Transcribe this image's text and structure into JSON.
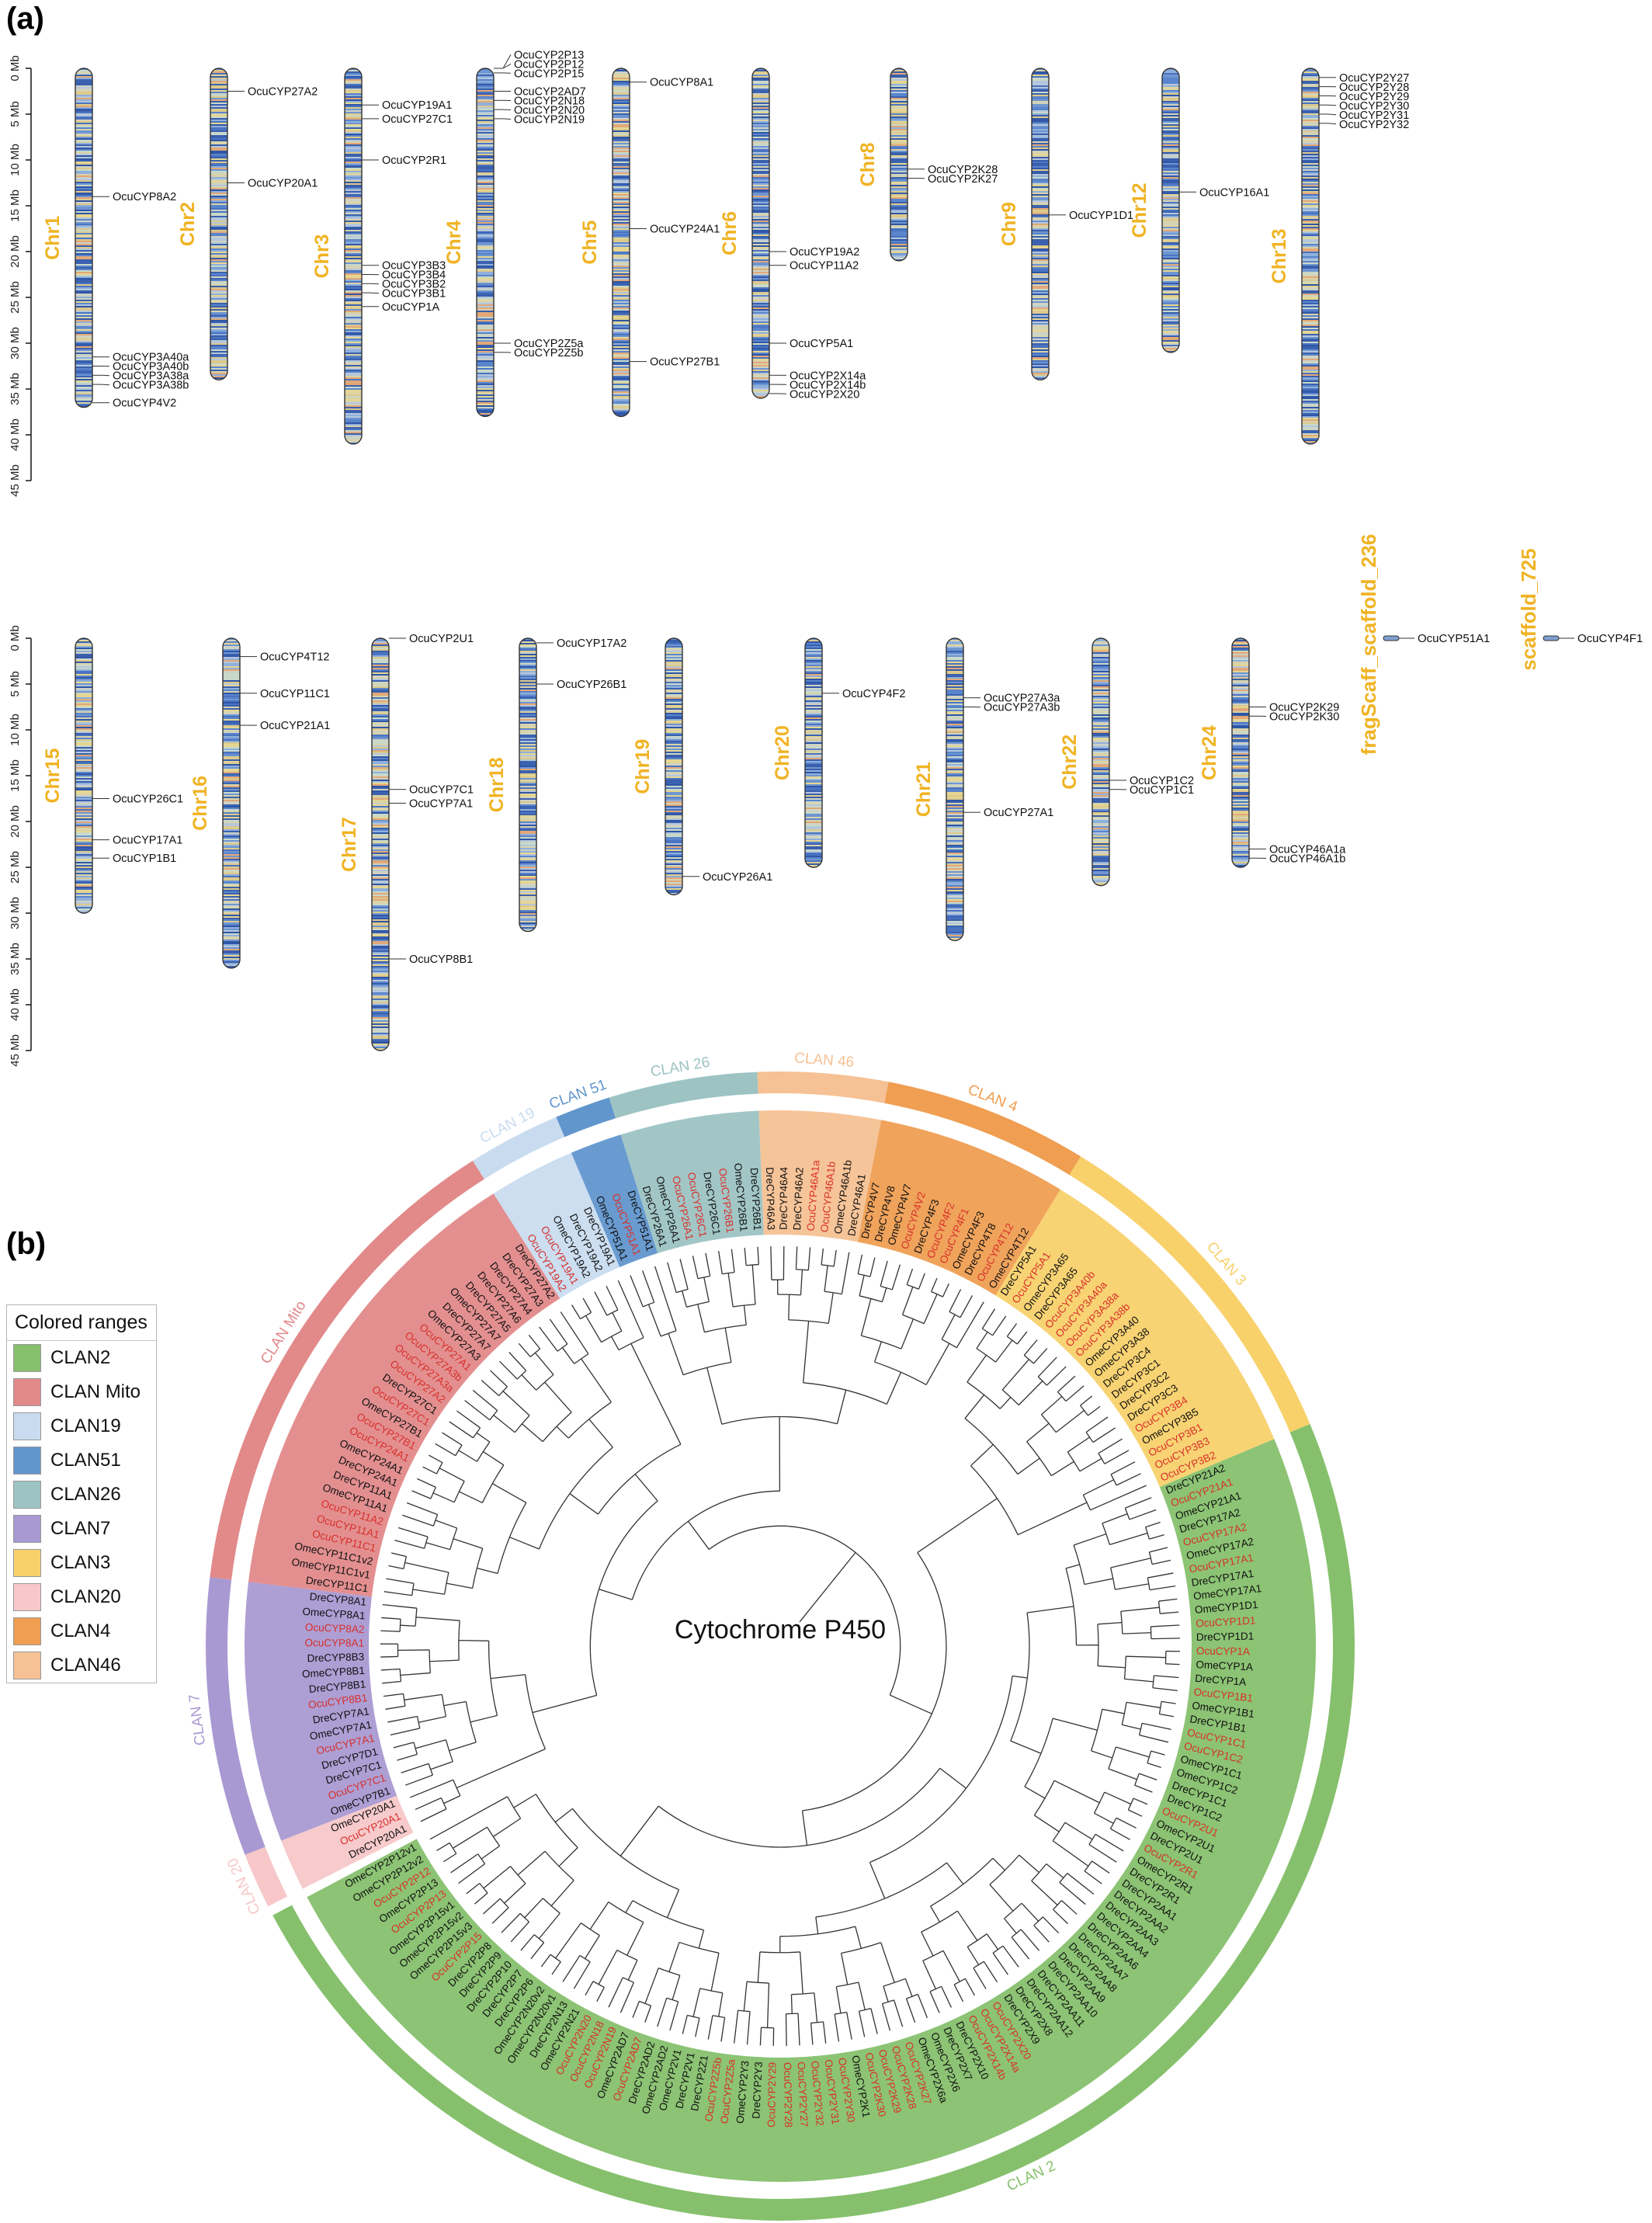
{
  "panel_a": {
    "label": "(a)",
    "mb_unit": "Mb",
    "ticks_top": [
      0,
      5,
      10,
      15,
      20,
      25,
      30,
      35,
      40,
      45
    ],
    "ticks_bottom": [
      0,
      5,
      10,
      15,
      20,
      25,
      30,
      35,
      40,
      45
    ],
    "label_color": "#f0b323",
    "chromosomes_top": [
      {
        "name": "Chr1",
        "length": 37,
        "genes": [
          {
            "name": "OcuCYP8A2",
            "pos": 14
          },
          {
            "name": "OcuCYP3A40a",
            "pos": 31.5
          },
          {
            "name": "OcuCYP3A40b",
            "pos": 32.5
          },
          {
            "name": "OcuCYP3A38a",
            "pos": 33.5
          },
          {
            "name": "OcuCYP3A38b",
            "pos": 34.5
          },
          {
            "name": "OcuCYP4V2",
            "pos": 36.5
          }
        ]
      },
      {
        "name": "Chr2",
        "length": 34,
        "genes": [
          {
            "name": "OcuCYP27A2",
            "pos": 2.5
          },
          {
            "name": "OcuCYP20A1",
            "pos": 12.5
          }
        ]
      },
      {
        "name": "Chr3",
        "length": 41,
        "genes": [
          {
            "name": "OcuCYP19A1",
            "pos": 4
          },
          {
            "name": "OcuCYP27C1",
            "pos": 5.5
          },
          {
            "name": "OcuCYP2R1",
            "pos": 10
          },
          {
            "name": "OcuCYP3B3",
            "pos": 21.5
          },
          {
            "name": "OcuCYP3B4",
            "pos": 22.5
          },
          {
            "name": "OcuCYP3B2",
            "pos": 23.5
          },
          {
            "name": "OcuCYP3B1",
            "pos": 24.5
          },
          {
            "name": "OcuCYP1A",
            "pos": 26
          }
        ]
      },
      {
        "name": "Chr4",
        "length": 38,
        "genes": [
          {
            "name": "OcuCYP2P13",
            "pos": -1.5
          },
          {
            "name": "OcuCYP2P12",
            "pos": -0.5
          },
          {
            "name": "OcuCYP2P15",
            "pos": 0.5
          },
          {
            "name": "OcuCYP2AD7",
            "pos": 2.5
          },
          {
            "name": "OcuCYP2N18",
            "pos": 3.5
          },
          {
            "name": "OcuCYP2N20",
            "pos": 4.5
          },
          {
            "name": "OcuCYP2N19",
            "pos": 5.5
          },
          {
            "name": "OcuCYP2Z5a",
            "pos": 30
          },
          {
            "name": "OcuCYP2Z5b",
            "pos": 31
          }
        ]
      },
      {
        "name": "Chr5",
        "length": 38,
        "genes": [
          {
            "name": "OcuCYP8A1",
            "pos": 1.5
          },
          {
            "name": "OcuCYP24A1",
            "pos": 17.5
          },
          {
            "name": "OcuCYP27B1",
            "pos": 32
          }
        ]
      },
      {
        "name": "Chr6",
        "length": 36,
        "genes": [
          {
            "name": "OcuCYP19A2",
            "pos": 20
          },
          {
            "name": "OcuCYP11A2",
            "pos": 21.5
          },
          {
            "name": "OcuCYP5A1",
            "pos": 30
          },
          {
            "name": "OcuCYP2X14a",
            "pos": 33.5
          },
          {
            "name": "OcuCYP2X14b",
            "pos": 34.5
          },
          {
            "name": "OcuCYP2X20",
            "pos": 35.5
          }
        ]
      },
      {
        "name": "Chr8",
        "length": 21,
        "genes": [
          {
            "name": "OcuCYP2K28",
            "pos": 11
          },
          {
            "name": "OcuCYP2K27",
            "pos": 12
          }
        ]
      },
      {
        "name": "Chr9",
        "length": 34,
        "genes": [
          {
            "name": "OcuCYP1D1",
            "pos": 16
          }
        ]
      },
      {
        "name": "Chr12",
        "length": 31,
        "genes": [
          {
            "name": "OcuCYP16A1",
            "pos": 13.5
          }
        ]
      },
      {
        "name": "Chr13",
        "length": 41,
        "genes": [
          {
            "name": "OcuCYP2Y27",
            "pos": 1
          },
          {
            "name": "OcuCYP2Y28",
            "pos": 2
          },
          {
            "name": "OcuCYP2Y29",
            "pos": 3
          },
          {
            "name": "OcuCYP2Y30",
            "pos": 4
          },
          {
            "name": "OcuCYP2Y31",
            "pos": 5
          },
          {
            "name": "OcuCYP2Y32",
            "pos": 6
          }
        ]
      }
    ],
    "chromosomes_bottom": [
      {
        "name": "Chr15",
        "length": 30,
        "genes": [
          {
            "name": "OcuCYP26C1",
            "pos": 17.5
          },
          {
            "name": "OcuCYP17A1",
            "pos": 22
          },
          {
            "name": "OcuCYP1B1",
            "pos": 24
          }
        ]
      },
      {
        "name": "Chr16",
        "length": 36,
        "genes": [
          {
            "name": "OcuCYP4T12",
            "pos": 2
          },
          {
            "name": "OcuCYP11C1",
            "pos": 6
          },
          {
            "name": "OcuCYP21A1",
            "pos": 9.5
          }
        ]
      },
      {
        "name": "Chr17",
        "length": 45,
        "genes": [
          {
            "name": "OcuCYP2U1",
            "pos": 0
          },
          {
            "name": "OcuCYP7C1",
            "pos": 16.5
          },
          {
            "name": "OcuCYP7A1",
            "pos": 18
          },
          {
            "name": "OcuCYP8B1",
            "pos": 35
          }
        ]
      },
      {
        "name": "Chr18",
        "length": 32,
        "genes": [
          {
            "name": "OcuCYP17A2",
            "pos": 0.5
          },
          {
            "name": "OcuCYP26B1",
            "pos": 5
          }
        ]
      },
      {
        "name": "Chr19",
        "length": 28,
        "genes": [
          {
            "name": "OcuCYP26A1",
            "pos": 26
          }
        ]
      },
      {
        "name": "Chr20",
        "length": 25,
        "genes": [
          {
            "name": "OcuCYP4F2",
            "pos": 6
          }
        ]
      },
      {
        "name": "Chr21",
        "length": 33,
        "genes": [
          {
            "name": "OcuCYP27A3a",
            "pos": 6.5
          },
          {
            "name": "OcuCYP27A3b",
            "pos": 7.5
          },
          {
            "name": "OcuCYP27A1",
            "pos": 19
          }
        ]
      },
      {
        "name": "Chr22",
        "length": 27,
        "genes": [
          {
            "name": "OcuCYP1C2",
            "pos": 15.5
          },
          {
            "name": "OcuCYP1C1",
            "pos": 16.5
          }
        ]
      },
      {
        "name": "Chr24",
        "length": 25,
        "genes": [
          {
            "name": "OcuCYP2K29",
            "pos": 7.5
          },
          {
            "name": "OcuCYP2K30",
            "pos": 8.5
          },
          {
            "name": "OcuCYP46A1a",
            "pos": 23
          },
          {
            "name": "OcuCYP46A1b",
            "pos": 24
          }
        ]
      }
    ],
    "scaffolds": [
      {
        "name": "fragScaff_scaffold_236",
        "gene": "OcuCYP51A1"
      },
      {
        "name": "scaffold_725",
        "gene": "OcuCYP4F1"
      }
    ]
  },
  "panel_b": {
    "label": "(b)",
    "center_title": "Cytochrome P450",
    "legend_title": "Colored ranges",
    "legend": [
      {
        "label": "CLAN2",
        "color": "#86c06d"
      },
      {
        "label": "CLAN Mito",
        "color": "#e2898a"
      },
      {
        "label": "CLAN19",
        "color": "#c9dcef"
      },
      {
        "label": "CLAN51",
        "color": "#6196cd"
      },
      {
        "label": "CLAN26",
        "color": "#9dc3c3"
      },
      {
        "label": "CLAN7",
        "color": "#a999d2"
      },
      {
        "label": "CLAN3",
        "color": "#f8d16b"
      },
      {
        "label": "CLAN20",
        "color": "#f7c7c9"
      },
      {
        "label": "CLAN4",
        "color": "#ef9e52"
      },
      {
        "label": "CLAN46",
        "color": "#f6c194"
      }
    ],
    "arc_labels": [
      "CLAN Mito",
      "CLAN 19",
      "CLAN 51",
      "CLAN 26",
      "CLAN 46",
      "CLAN 4",
      "CLAN 3",
      "CLAN 7",
      "CLAN 20",
      "CLAN 2"
    ],
    "ocu_color": "#d7302b",
    "clades": [
      {
        "clan": "CLAN Mito",
        "color": "#e2898a",
        "leaves": [
          "DreCYP11C1",
          "OmeCYP11C1v1",
          "OmeCYP11C1v2",
          "OcuCYP11C1",
          "OcuCYP11A1",
          "OcuCYP11A2",
          "OmeCYP11A1",
          "DreCYP11A1",
          "DreCYP24A1",
          "OmeCYP24A1",
          "OcuCYP24A1",
          "OcuCYP27B1",
          "OmeCYP27B1",
          "OcuCYP27C1",
          "DreCYP27C1",
          "OcuCYP27A2",
          "OcuCYP27A3a",
          "OcuCYP27A3b",
          "OcuCYP27A1",
          "OmeCYP27A3",
          "DreCYP27A7",
          "OmeCYP27A7",
          "DreCYP27A5",
          "DreCYP27A6",
          "DreCYP27A4",
          "DreCYP27A3",
          "DreCYP27A2"
        ]
      },
      {
        "clan": "CLAN19",
        "color": "#c9dcef",
        "leaves": [
          "OcuCYP19A2",
          "OcuCYP19A1",
          "OmeCYP19A2",
          "DreCYP19A2",
          "DreCYP19A1"
        ]
      },
      {
        "clan": "CLAN51",
        "color": "#6196cd",
        "leaves": [
          "OmeCYP51A1",
          "OcuCYP51A1",
          "DreCYP51A1"
        ]
      },
      {
        "clan": "CLAN26",
        "color": "#9dc3c3",
        "leaves": [
          "DreCYP26A1",
          "OmeCYP26A1",
          "OcuCYP26A1",
          "OcuCYP26C1",
          "DreCYP26C1",
          "OcuCYP26B1",
          "OmeCYP26B1",
          "DreCYP26B1"
        ]
      },
      {
        "clan": "CLAN46",
        "color": "#f6c194",
        "leaves": [
          "DreCYP46A3",
          "DreCYP46A4",
          "DreCYP46A2",
          "OcuCYP46A1a",
          "OcuCYP46A1b",
          "OmeCYP46A1b",
          "DreCYP46A1"
        ]
      },
      {
        "clan": "CLAN4",
        "color": "#ef9e52",
        "leaves": [
          "DreCYP4V7",
          "DreCYP4V8",
          "OmeCYP4V7",
          "OcuCYP4V2",
          "DreCYP4F3",
          "OcuCYP4F2",
          "OcuCYP4F1",
          "OmeCYP4F3",
          "DreCYP4T8",
          "OcuCYP4T12",
          "OmeCYP4T12"
        ]
      },
      {
        "clan": "CLAN3",
        "color": "#f8d16b",
        "leaves": [
          "DreCYP5A1",
          "OcuCYP5A1",
          "OmeCYP3A65",
          "DreCYP3A65",
          "OcuCYP3A40b",
          "OcuCYP3A40a",
          "OcuCYP3A38a",
          "OcuCYP3A38b",
          "OmeCYP3A40",
          "OmeCYP3A38",
          "DreCYP3C4",
          "DreCYP3C1",
          "DreCYP3C2",
          "DreCYP3C3",
          "OcuCYP3B4",
          "OmeCYP3B5",
          "OcuCYP3B1",
          "OcuCYP3B3",
          "OcuCYP3B2"
        ]
      },
      {
        "clan": "CLAN2",
        "color": "#86c06d",
        "leaves": [
          "DreCYP21A2",
          "OcuCYP21A1",
          "OmeCYP21A1",
          "DreCYP17A2",
          "OcuCYP17A2",
          "OmeCYP17A2",
          "OcuCYP17A1",
          "DreCYP17A1",
          "OmeCYP17A1",
          "OmeCYP1D1",
          "OcuCYP1D1",
          "DreCYP1D1",
          "OcuCYP1A",
          "OmeCYP1A",
          "DreCYP1A",
          "OcuCYP1B1",
          "OmeCYP1B1",
          "DreCYP1B1",
          "OcuCYP1C1",
          "OcuCYP1C2",
          "OmeCYP1C1",
          "OmeCYP1C2",
          "DreCYP1C1",
          "DreCYP1C2",
          "OcuCYP2U1",
          "OmeCYP2U1",
          "DreCYP2U1",
          "OcuCYP2R1",
          "OmeCYP2R1",
          "DreCYP2R1",
          "DreCYP2AA1",
          "DreCYP2AA2",
          "DreCYP2AA3",
          "DreCYP2AA4",
          "DreCYP2AA6",
          "DreCYP2AA7",
          "DreCYP2AA8",
          "DreCYP2AA9",
          "DreCYP2AA10",
          "DreCYP2AA11",
          "DreCYP2AA12",
          "DreCYP2X8",
          "DreCYP2X9",
          "OcuCYP2X20",
          "OcuCYP2X14a",
          "OcuCYP2X14b",
          "DreCYP2X10",
          "DreCYP2X7",
          "OmeCYP2X6",
          "OmeCYP2X6a",
          "OcuCYP2K27",
          "OcuCYP2K28",
          "OcuCYP2K29",
          "OcuCYP2K30",
          "OmeCYP2K1",
          "OcuCYP2Y30",
          "OcuCYP2Y31",
          "OcuCYP2Y32",
          "OcuCYP2Y27",
          "OcuCYP2Y28",
          "OcuCYP2Y29",
          "DreCYP2Y3",
          "OmeCYP2Y3",
          "OcuCYP2Z5a",
          "OcuCYP2Z5b",
          "DreCYP2Z1",
          "DreCYP2V1",
          "OmeCYP2V1",
          "OmeCYP2AD2",
          "DreCYP2AD2",
          "OcuCYP2AD7",
          "OmeCYP2AD7",
          "OcuCYP2N19",
          "OcuCYP2N18",
          "OcuCYP2N20",
          "OmeCYP2N21",
          "DreCYP2N13",
          "OmeCYP2N20v1",
          "OmeCYP2N20v2",
          "DreCYP2P6",
          "DreCYP2P7",
          "DreCYP2P10",
          "DreCYP2P9",
          "DreCYP2P8",
          "OcuCYP2P15",
          "OmeCYP2P15v3",
          "OmeCYP2P15v2",
          "OmeCYP2P15v1",
          "OcuCYP2P13",
          "OmeCYP2P13",
          "OcuCYP2P12",
          "OmeCYP2P12v2",
          "OmeCYP2P12v1"
        ]
      },
      {
        "clan": "CLAN7",
        "color": "#a999d2",
        "leaves": [
          "OmeCYP7B1",
          "OcuCYP7C1",
          "DreCYP7C1",
          "DreCYP7D1",
          "OcuCYP7A1",
          "OmeCYP7A1",
          "DreCYP7A1",
          "OcuCYP8B1",
          "DreCYP8B1",
          "OmeCYP8B1",
          "DreCYP8B3",
          "OcuCYP8A1",
          "OcuCYP8A2",
          "OmeCYP8A1",
          "DreCYP8A1"
        ]
      },
      {
        "clan": "CLAN20",
        "color": "#f7c7c9",
        "leaves": [
          "DreCYP20A1",
          "OcuCYP20A1",
          "OmeCYP20A1"
        ]
      }
    ]
  }
}
